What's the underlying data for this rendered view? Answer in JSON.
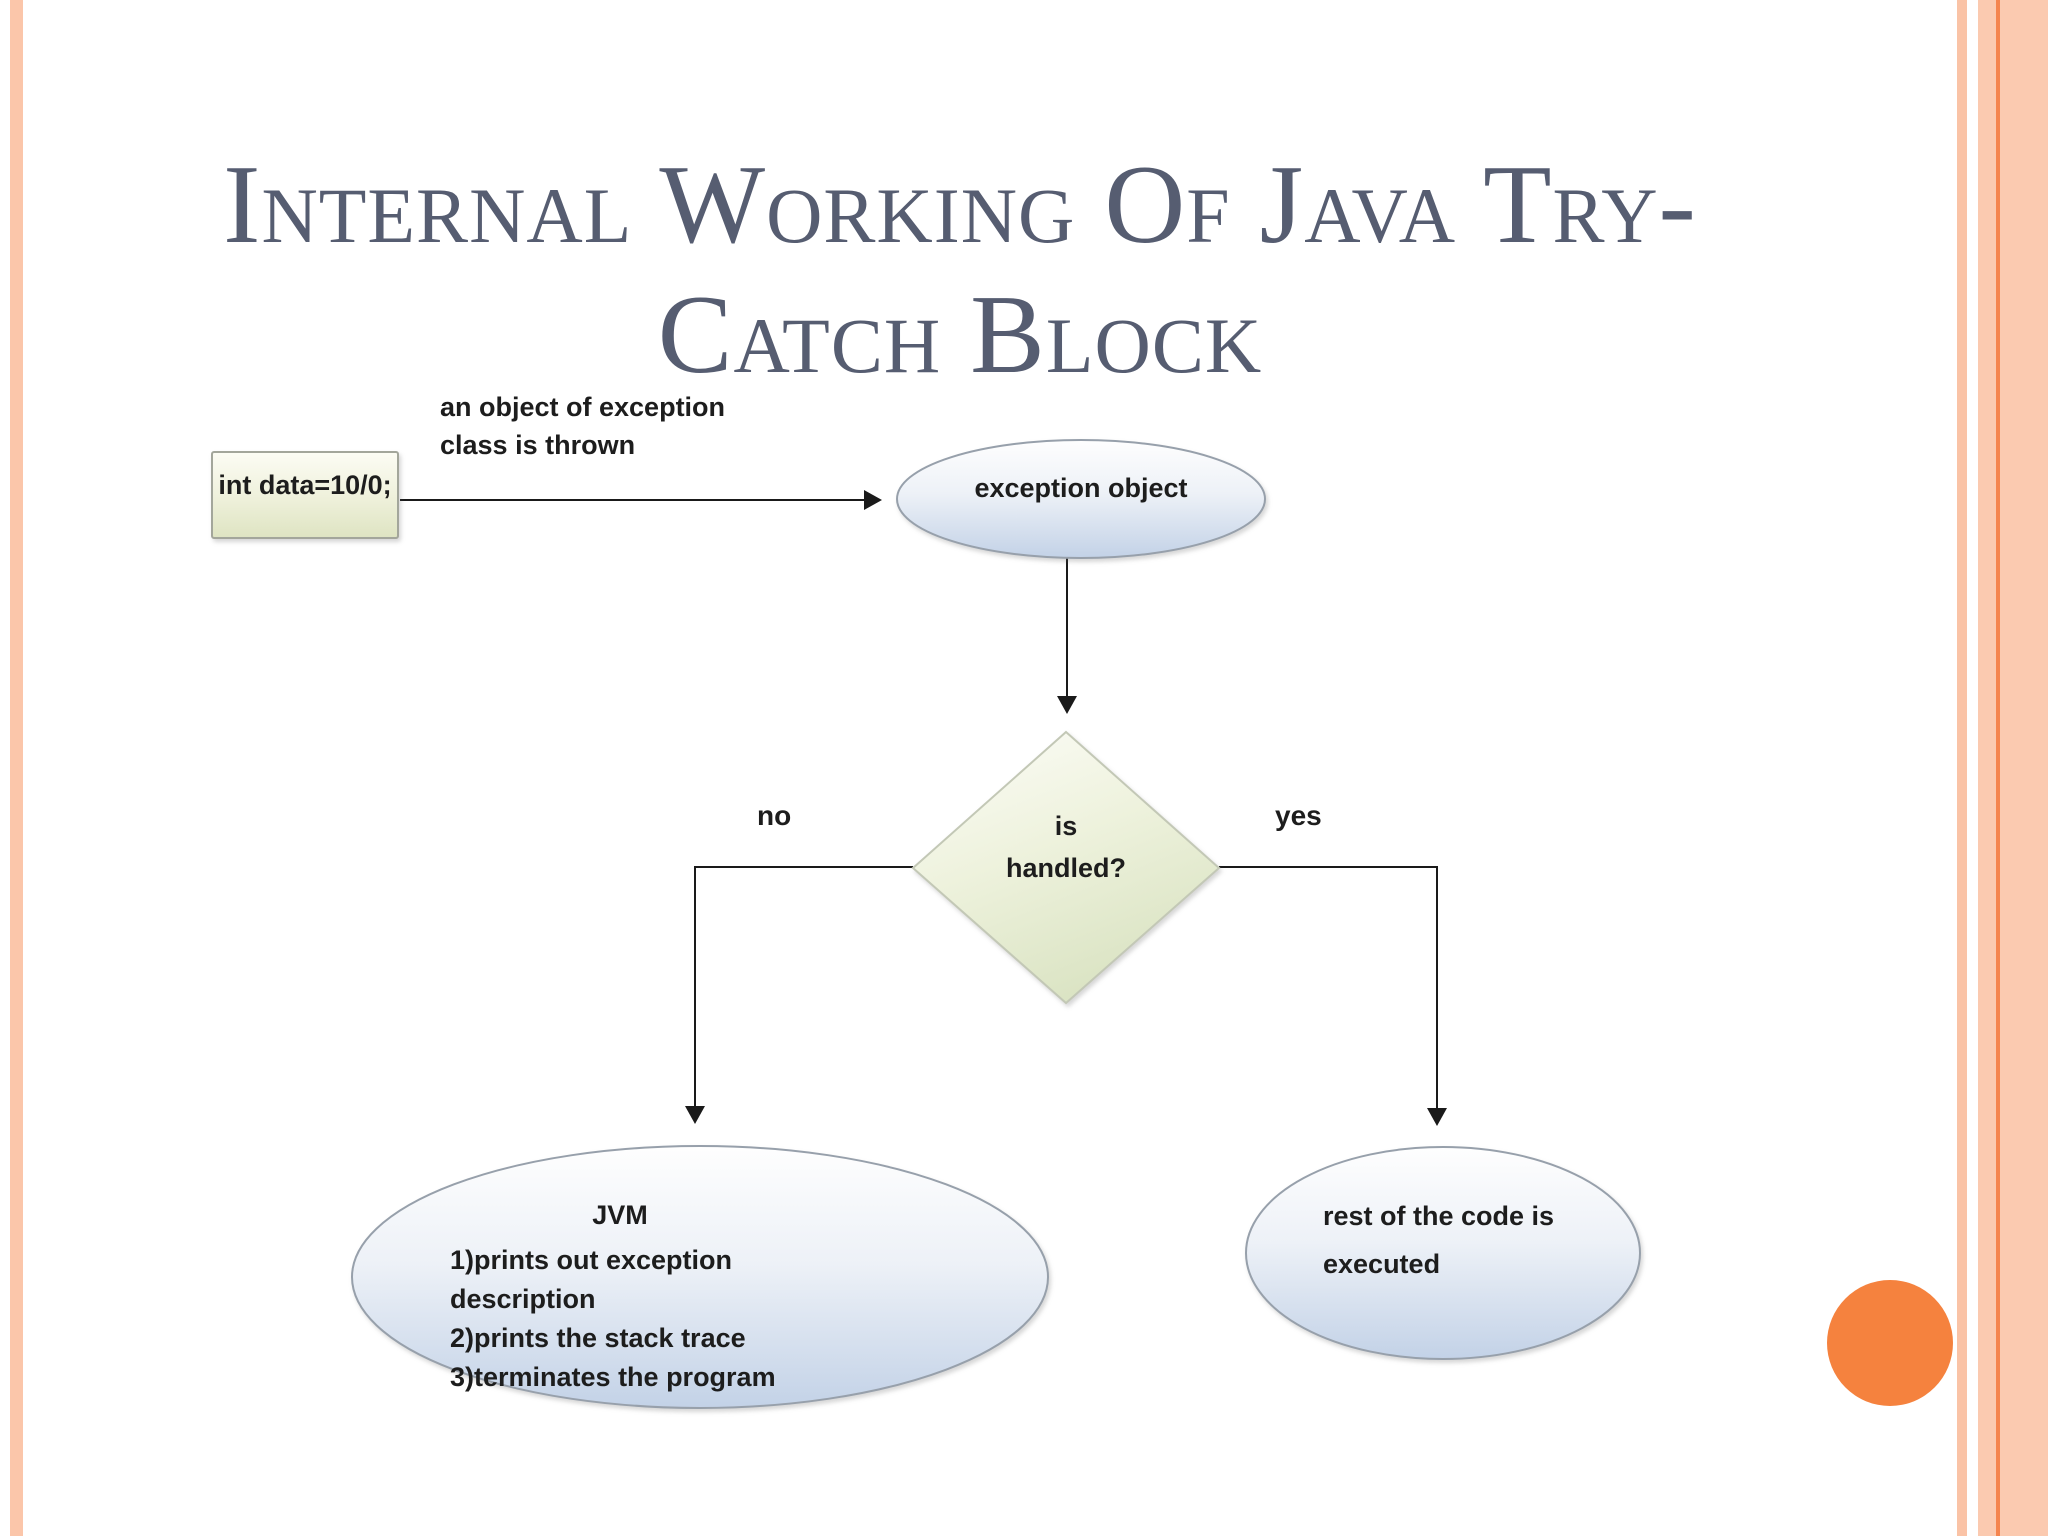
{
  "slide": {
    "title_line1": "Internal Working Of Java Try-",
    "title_line2": "Catch Block"
  },
  "flowchart": {
    "code_box_text": "int data=10/0;",
    "throw_label_line1": "an object of exception",
    "throw_label_line2": "class is thrown",
    "exception_ellipse_text": "exception object",
    "decision_line1": "is",
    "decision_line2": "handled?",
    "branch_no_label": "no",
    "branch_yes_label": "yes",
    "jvm_title": "JVM",
    "jvm_items": [
      "1)prints out exception description",
      "2)prints the stack trace",
      "3)terminates the program"
    ],
    "rest_line1": "rest of the code is",
    "rest_line2": "executed"
  },
  "colors": {
    "title_text": "#565d71",
    "stripe_salmon": "#fbc6aa",
    "stripe_accent_line": "#f5854e",
    "orange_circle": "#f5823e",
    "box_fill_bottom": "#dee4c2",
    "ellipse_fill_bottom": "#c3d2e7",
    "diamond_fill_bottom": "#dbe4c4",
    "connector": "#1a1a1a"
  }
}
